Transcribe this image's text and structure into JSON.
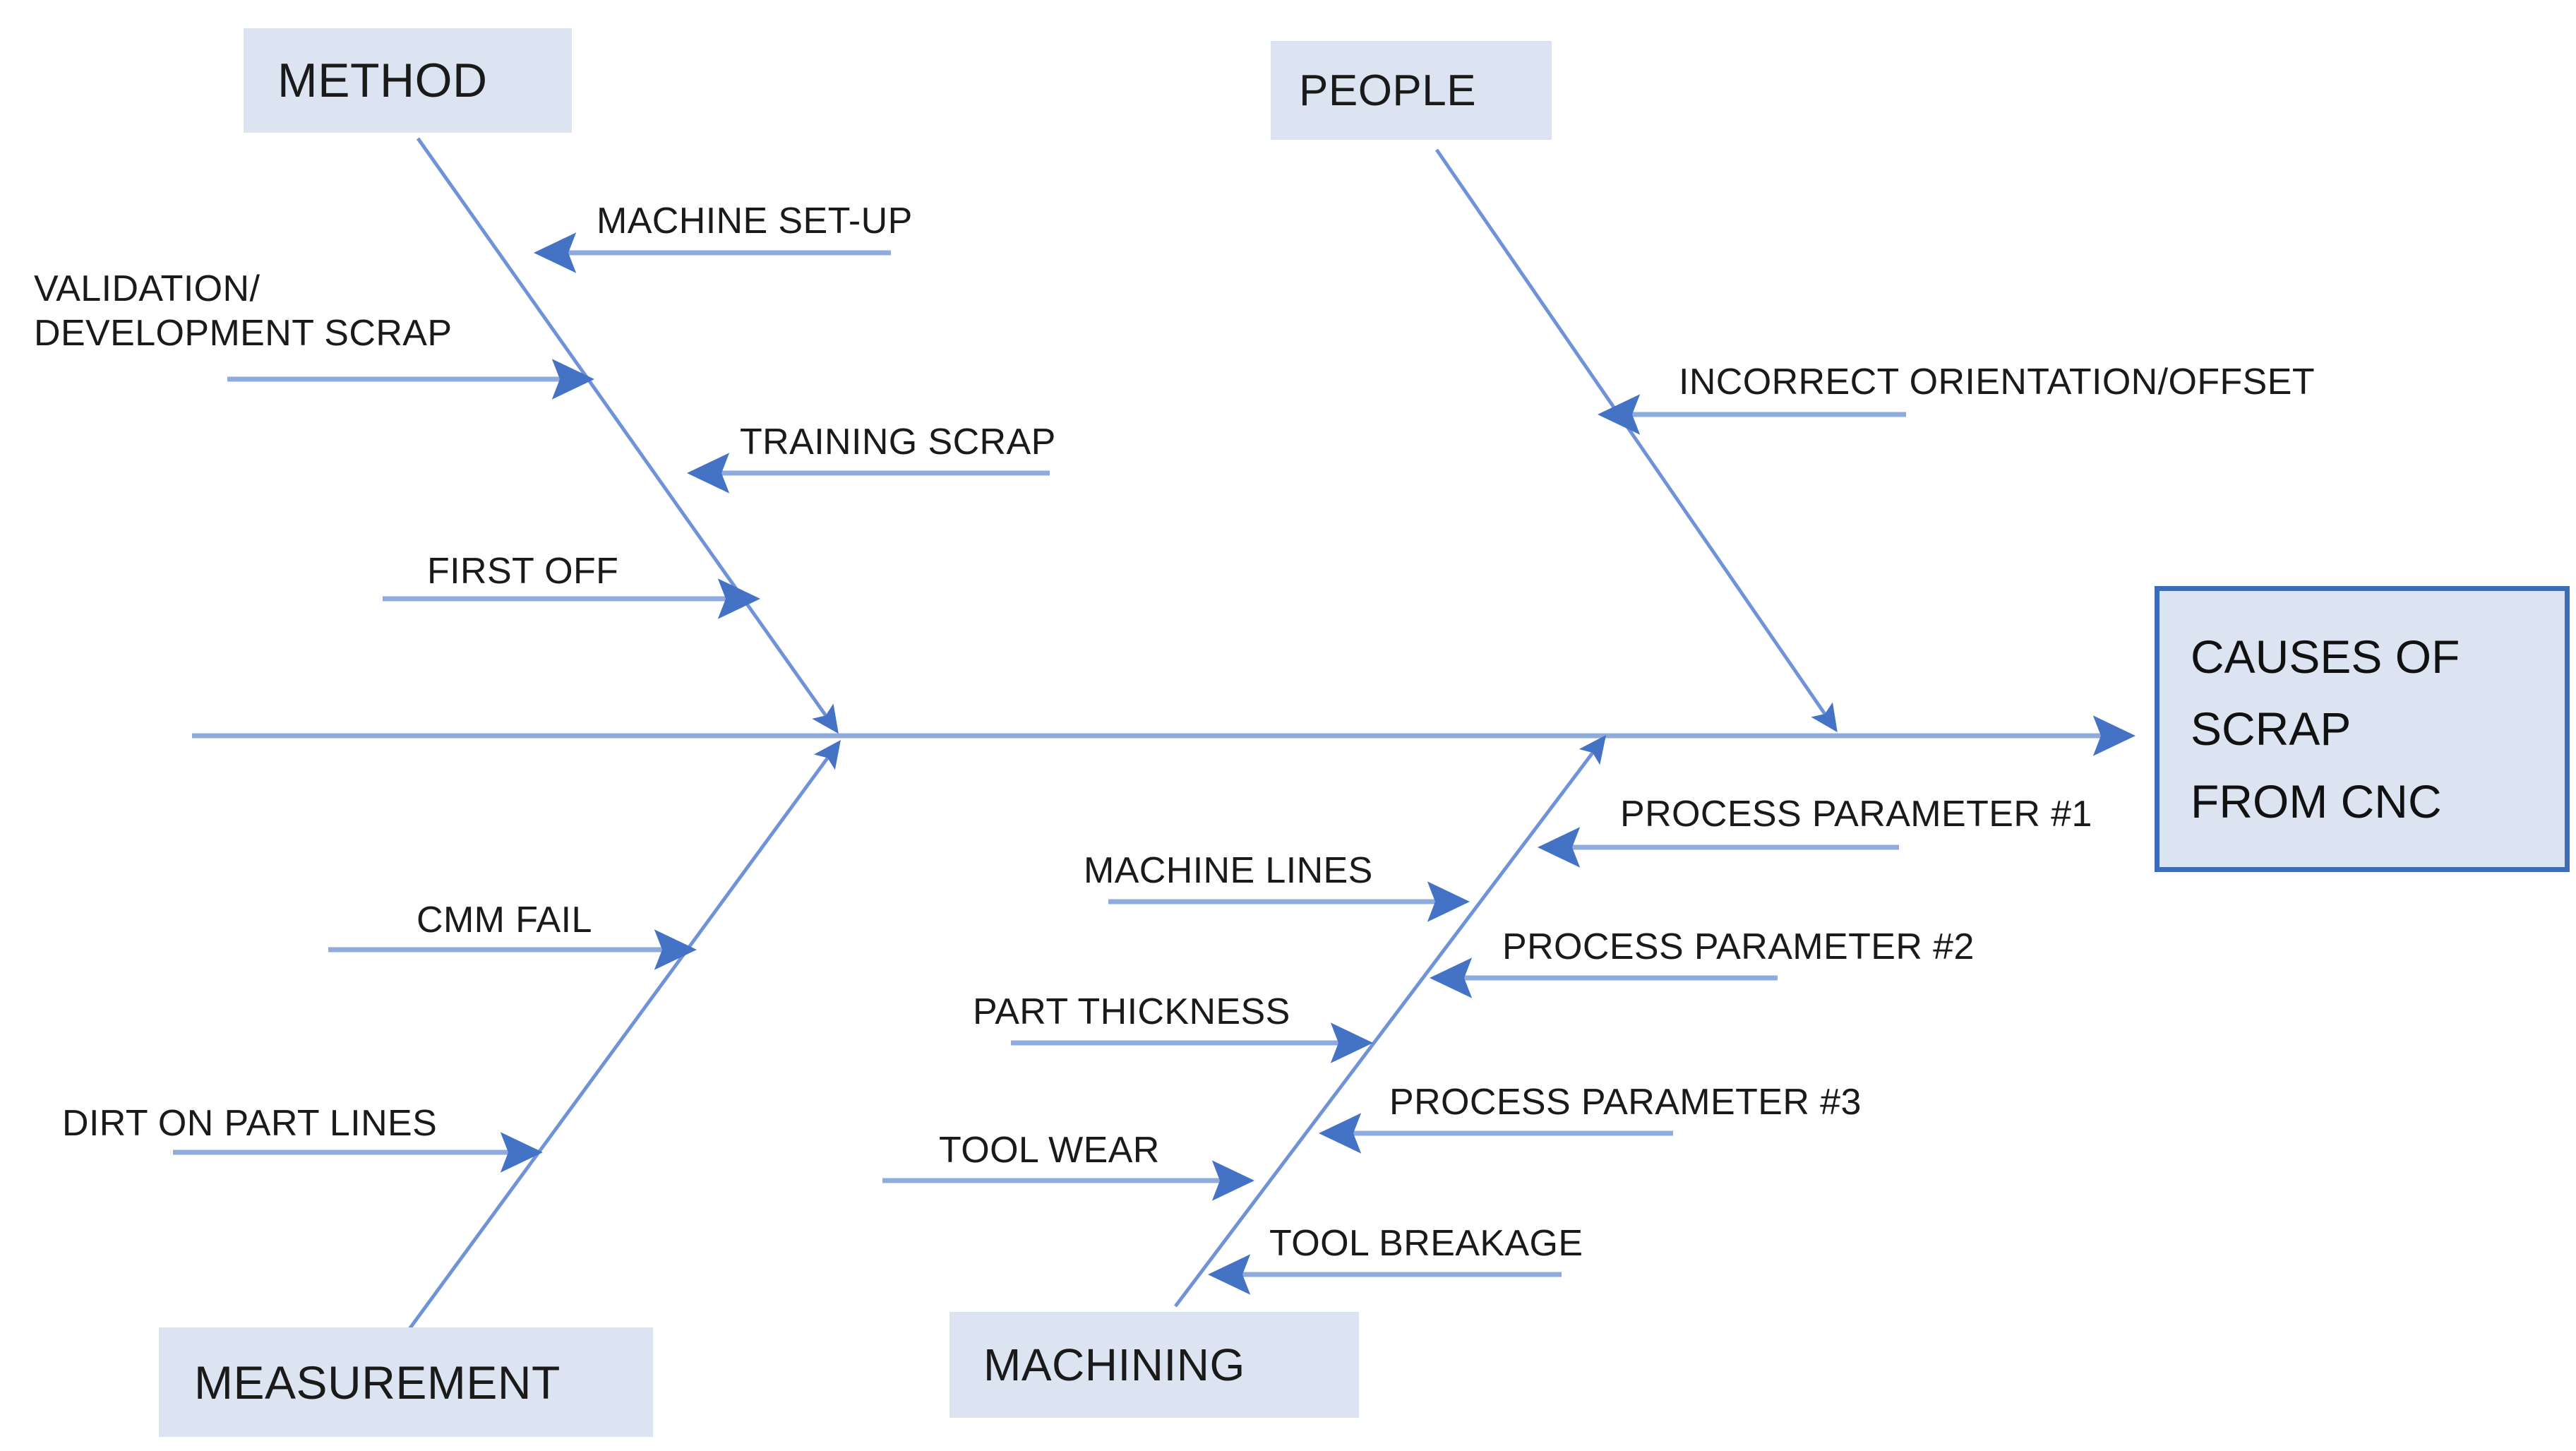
{
  "diagram": {
    "type": "fishbone-ishikawa",
    "title_box": {
      "lines": [
        "CAUSES OF",
        "SCRAP",
        "FROM CNC"
      ]
    },
    "colors": {
      "box_fill": "#dce4f2",
      "head_border": "#3b6cb7",
      "bone_line": "#8faadc",
      "arrow_head": "#4472c4",
      "text": "#1a1a1a"
    },
    "categories": [
      {
        "name": "METHOD",
        "position": "top-left",
        "causes": [
          "MACHINE SET-UP",
          "VALIDATION/ DEVELOPMENT SCRAP",
          "TRAINING SCRAP",
          "FIRST OFF"
        ]
      },
      {
        "name": "PEOPLE",
        "position": "top-right",
        "causes": [
          "INCORRECT ORIENTATION/OFFSET"
        ]
      },
      {
        "name": "MEASUREMENT",
        "position": "bottom-left",
        "causes": [
          "CMM FAIL",
          "DIRT ON PART LINES"
        ]
      },
      {
        "name": "MACHINING",
        "position": "bottom-right",
        "causes": [
          "MACHINE LINES",
          "PROCESS PARAMETER #1",
          "PART THICKNESS",
          "PROCESS PARAMETER #2",
          "TOOL WEAR",
          "PROCESS PARAMETER #3",
          "TOOL BREAKAGE"
        ]
      }
    ],
    "labels": {
      "method": "METHOD",
      "people": "PEOPLE",
      "measurement": "MEASUREMENT",
      "machining": "MACHINING",
      "machine_setup": "MACHINE SET-UP",
      "validation_line1": "VALIDATION/",
      "validation_line2": "DEVELOPMENT SCRAP",
      "training_scrap": "TRAINING SCRAP",
      "first_off": "FIRST OFF",
      "incorrect_orientation": "INCORRECT ORIENTATION/OFFSET",
      "cmm_fail": "CMM FAIL",
      "dirt_on_part_lines": "DIRT ON PART LINES",
      "machine_lines": "MACHINE LINES",
      "part_thickness": "PART THICKNESS",
      "tool_wear": "TOOL WEAR",
      "process_parameter_1": "PROCESS PARAMETER #1",
      "process_parameter_2": "PROCESS PARAMETER #2",
      "process_parameter_3": "PROCESS PARAMETER #3",
      "tool_breakage": "TOOL BREAKAGE",
      "head_line1": "CAUSES OF",
      "head_line2": "SCRAP",
      "head_line3": "FROM CNC"
    }
  }
}
